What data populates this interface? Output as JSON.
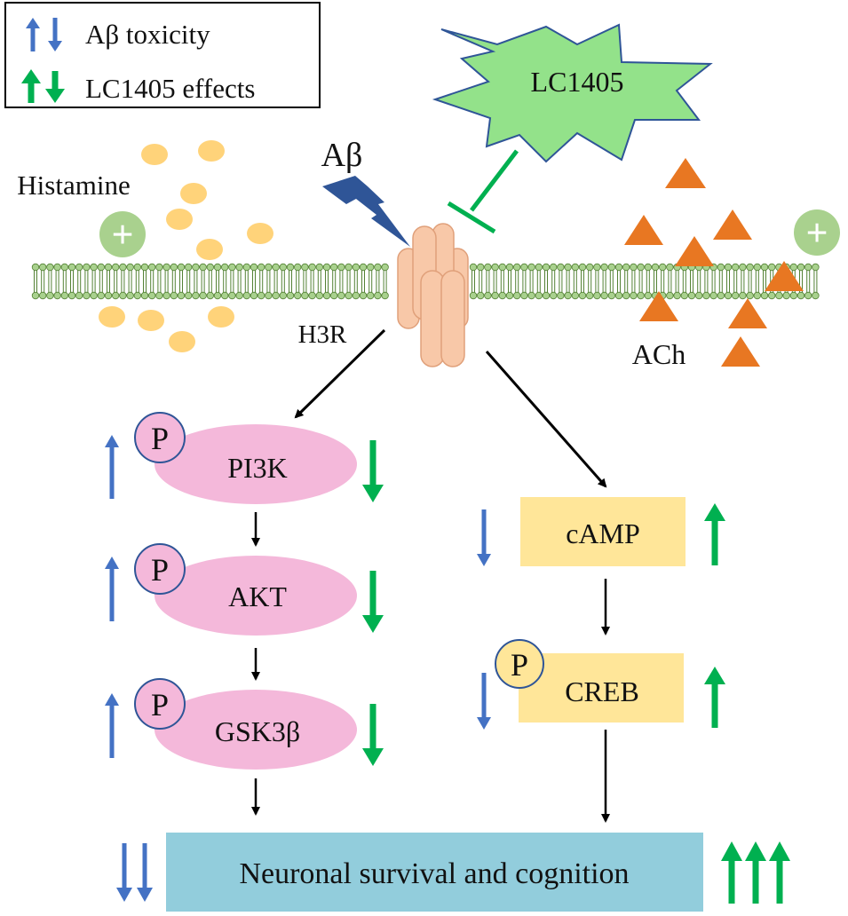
{
  "legend": {
    "toxicity_label": "Aβ toxicity",
    "effects_label": "LC1405 effects"
  },
  "drug_label": "LC1405",
  "abeta_label": "Aβ",
  "histamine_label": "Histamine",
  "ach_label": "ACh",
  "receptor_label": "H3R",
  "plus_symbol": "+",
  "p_symbol": "P",
  "left_pathway": [
    "PI3K",
    "AKT",
    "GSK3β"
  ],
  "right_pathway": [
    "cAMP",
    "CREB"
  ],
  "outcome_label": "Neuronal survival and cognition",
  "colors": {
    "blue_arrow": "#4472C4",
    "green_arrow": "#00B050",
    "membrane": "#A9D18E",
    "membrane_stroke": "#548235",
    "drug_fill": "#93E28A",
    "receptor_fill": "#F8C8A8",
    "histamine_fill": "#FFD37A",
    "ach_fill": "#E87722",
    "pink_node": "#F4B8DA",
    "yellow_box": "#FFE699",
    "outcome_box": "#92CDDC",
    "plus_circle": "#A9D18E",
    "abeta_bolt": "#2F5597"
  }
}
